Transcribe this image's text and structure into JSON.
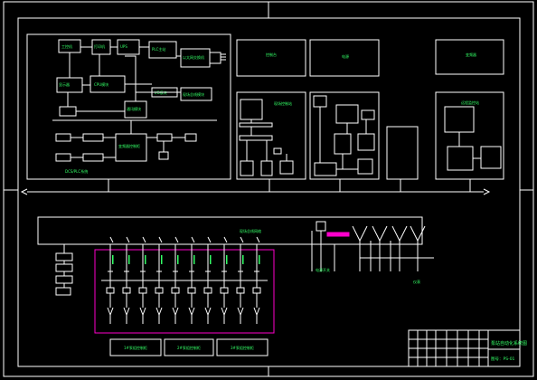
{
  "labels": {
    "top_left_panel_caption": "DCS/PLC系统",
    "pc_box": "工控机",
    "box_a": "打印机",
    "box_b": "UPS",
    "box_c": "PLC主站",
    "box_d": "以太网交换机",
    "box_e": "显示器",
    "box_f": "CPU模块",
    "box_g": "通讯模块",
    "box_h": "I/O模块",
    "box_i": "现场总线模块",
    "box_j": "变频器控制柜",
    "mid_box1": "控制台",
    "mid_box2": "电源",
    "right_box_top": "变频器",
    "mid_panel_title": "现场控制站",
    "right_panel_title": "远程监控站",
    "bus_label": "现场总线网络",
    "switch_label": "电源开关",
    "meter_label": "仪表",
    "bottom_box1": "1#泵组控制柜",
    "bottom_box2": "2#泵组控制柜",
    "bottom_box3": "3#泵组控制柜",
    "title_block_name": "泵站自动化系统图",
    "title_block_no": "图号：PS-01"
  },
  "colors": {
    "background": "#000000",
    "lines": "#ffffff",
    "text": "#33ff66",
    "highlight": "#ff00cc"
  }
}
